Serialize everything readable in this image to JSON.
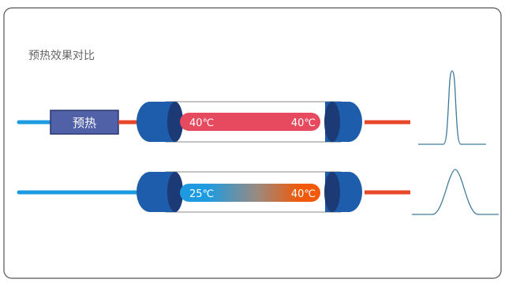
{
  "title": "预热效果对比",
  "rows": [
    {
      "has_preheater": true,
      "preheater_label": "预热",
      "inlet_temp": "40℃",
      "outlet_temp": "40℃",
      "inlet_color": "#e64a5e",
      "outlet_color": "#e64a5e",
      "peak_shape": "sharp"
    },
    {
      "has_preheater": false,
      "inlet_temp": "25℃",
      "outlet_temp": "40℃",
      "inlet_color": "#1e9be0",
      "outlet_color": "#f05a0a",
      "peak_shape": "broad"
    }
  ],
  "colors": {
    "inlet_line": "#1e9be0",
    "outlet_line": "#e8462a",
    "preheater_fill": "#5161a8",
    "cap_fill": "#1d5dab",
    "cap_face": "#1c3a75",
    "peak_line": "#3d7a9a",
    "frame": "#555555"
  }
}
